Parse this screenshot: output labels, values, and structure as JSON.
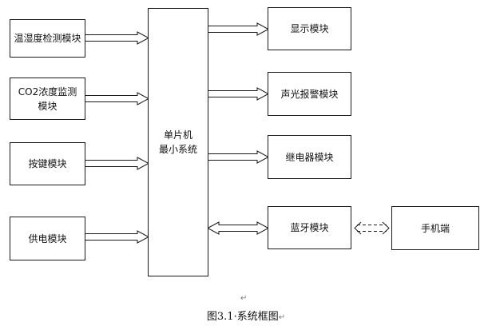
{
  "diagram": {
    "inputs": {
      "humidity": "温湿度检测模块",
      "co2": "CO2浓度监测\n模块",
      "keys": "按键模块",
      "power": "供电模块"
    },
    "mcu": "单片机\n最小系统",
    "outputs": {
      "display": "显示模块",
      "alarm": "声光报警模块",
      "relay": "继电器模块",
      "bluetooth": "蓝牙模块"
    },
    "phone": "手机端"
  },
  "caption": {
    "text": "图3.1·系统框图",
    "paragraph_mark": "↵"
  },
  "colors": {
    "line": "#1a1a1a",
    "text": "#111111"
  }
}
